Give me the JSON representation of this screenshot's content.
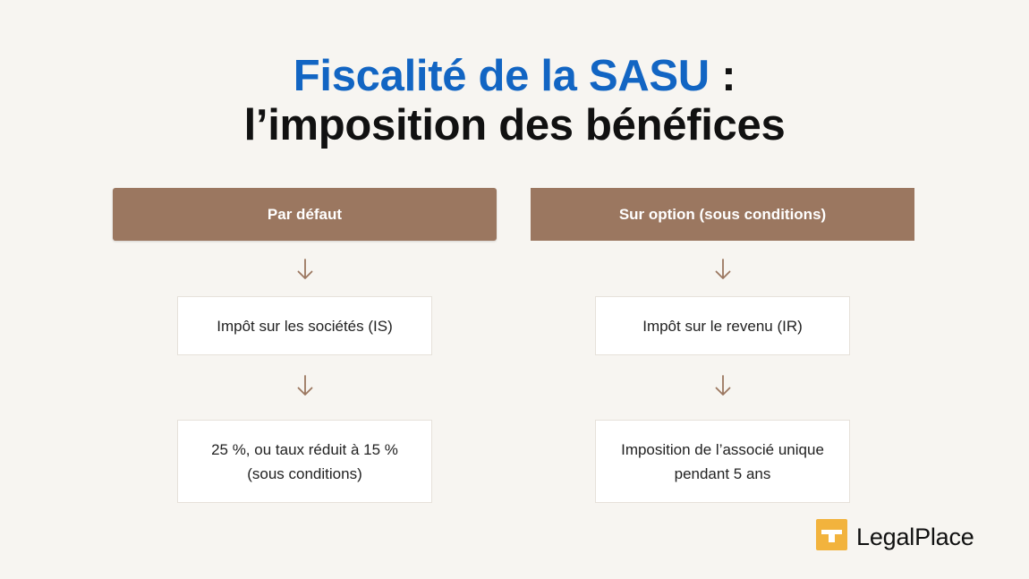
{
  "title": {
    "accent": "Fiscalité de la SASU",
    "accent_suffix": " :",
    "line2": "l’imposition des bénéfices"
  },
  "columns": {
    "left": {
      "header": "Par défaut",
      "box1": "Impôt sur les sociétés (IS)",
      "box2": "25 %, ou taux réduit à 15 % (sous conditions)"
    },
    "right": {
      "header": "Sur option (sous conditions)",
      "box1": "Impôt sur le revenu (IR)",
      "box2": "Imposition de l’associé unique pendant 5 ans"
    }
  },
  "logo": {
    "text": "LegalPlace",
    "icon": "legalplace-logo-icon"
  },
  "colors": {
    "accent_blue": "#1265c3",
    "header_brown": "#9b7760",
    "arrow_brown": "#9b7760",
    "logo_gold": "#f2b33d",
    "background": "#f7f5f1"
  }
}
